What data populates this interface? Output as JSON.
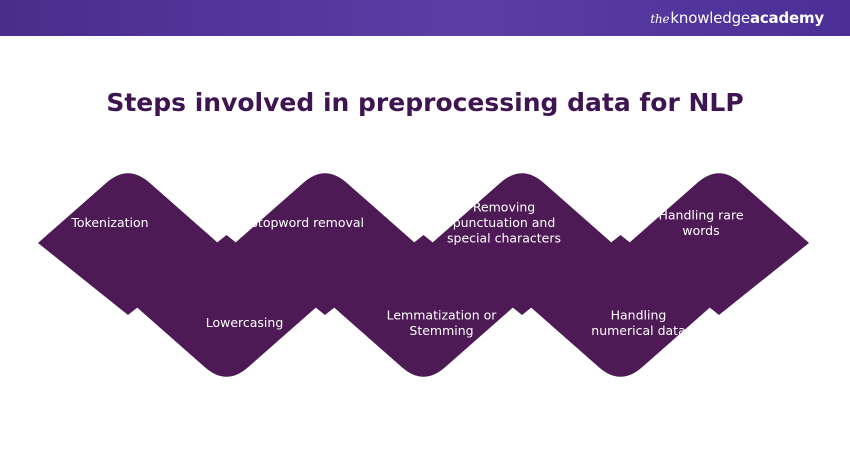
{
  "header": {
    "logo_prefix": "the",
    "logo_knowledge": "knowledge",
    "logo_academy": "academy"
  },
  "title": "Steps involved in preprocessing data for NLP",
  "colors": {
    "banner": "#4f3599",
    "shape_fill": "#4d1a55",
    "title_text": "#3e1550",
    "shape_text": "#ffffff"
  },
  "steps": [
    {
      "lines": [
        "Tokenization"
      ]
    },
    {
      "lines": [
        "Lowercasing"
      ]
    },
    {
      "lines": [
        "Stopword removal"
      ]
    },
    {
      "lines": [
        "Lemmatization or",
        "Stemming"
      ]
    },
    {
      "lines": [
        "Removing",
        "punctuation and",
        "special characters"
      ]
    },
    {
      "lines": [
        "Handling",
        "numerical data"
      ]
    },
    {
      "lines": [
        "Handling rare",
        "words"
      ]
    }
  ]
}
